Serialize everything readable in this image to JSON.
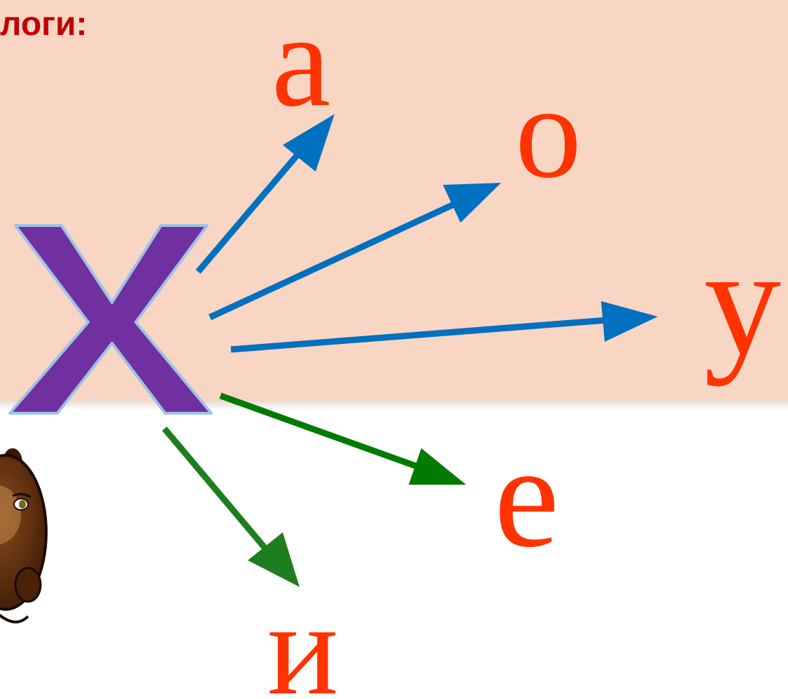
{
  "slide": {
    "heading": "логи:",
    "consonant": "Х",
    "vowels": {
      "a": "а",
      "o": "о",
      "u": "у",
      "e": "е",
      "i": "и"
    }
  },
  "colors": {
    "background_band": "#f9d5c4",
    "heading": "#c00000",
    "consonant_fill": "#7030a0",
    "consonant_outline": "#9dc3e6",
    "vowel": "#ff3300",
    "arrow_blue": "#0070c0",
    "arrow_green": "#1e7d1e",
    "bear_fur": "#5a2a0a"
  },
  "icons": {
    "arrows": [
      "arrow-to-a-icon",
      "arrow-to-o-icon",
      "arrow-to-u-icon",
      "arrow-to-e-icon",
      "arrow-to-i-icon"
    ],
    "character": "bear-character-icon"
  }
}
